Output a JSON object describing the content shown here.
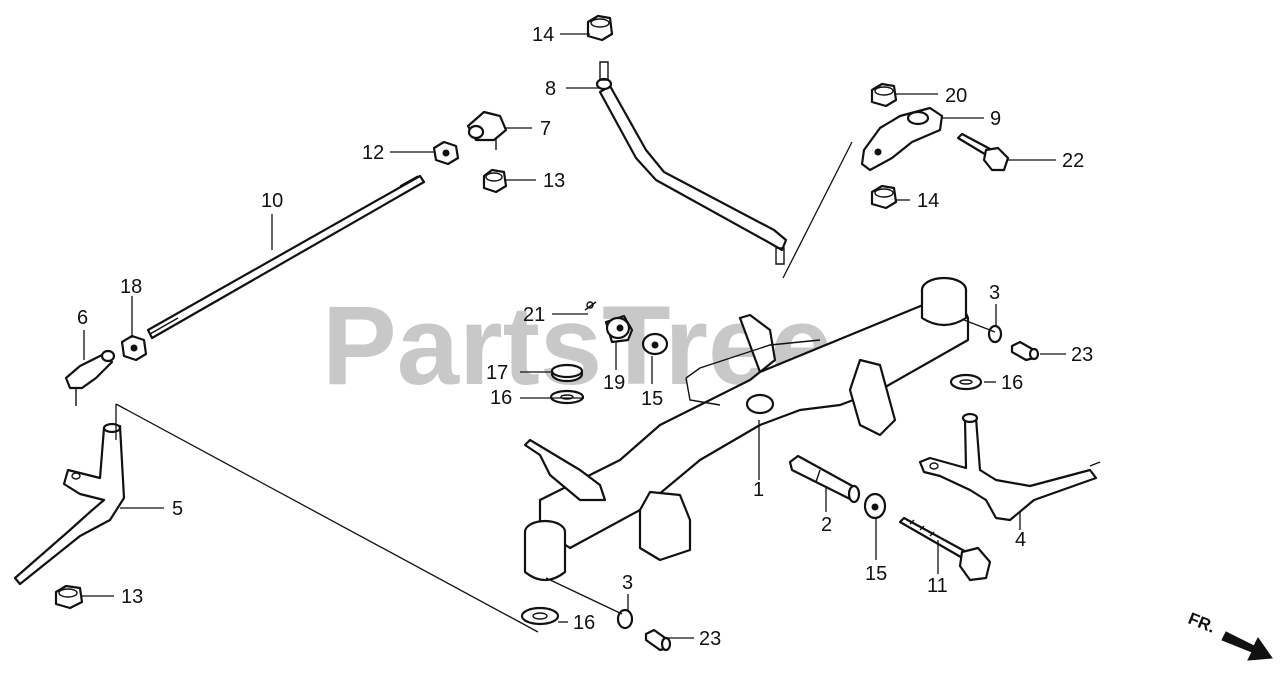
{
  "watermark": "PartsTree",
  "direction_label": "FR.",
  "callouts": {
    "c1": "1",
    "c2": "2",
    "c3a": "3",
    "c3b": "3",
    "c4": "4",
    "c5": "5",
    "c6": "6",
    "c7": "7",
    "c8": "8",
    "c9": "9",
    "c10": "10",
    "c11": "11",
    "c12": "12",
    "c13a": "13",
    "c13b": "13",
    "c14a": "14",
    "c14b": "14",
    "c15a": "15",
    "c15b": "15",
    "c16a": "16",
    "c16b": "16",
    "c16c": "16",
    "c17": "17",
    "c18": "18",
    "c19": "19",
    "c20": "20",
    "c21": "21",
    "c22": "22",
    "c23a": "23",
    "c23b": "23"
  },
  "icons": {
    "direction": "front-arrow-icon"
  }
}
